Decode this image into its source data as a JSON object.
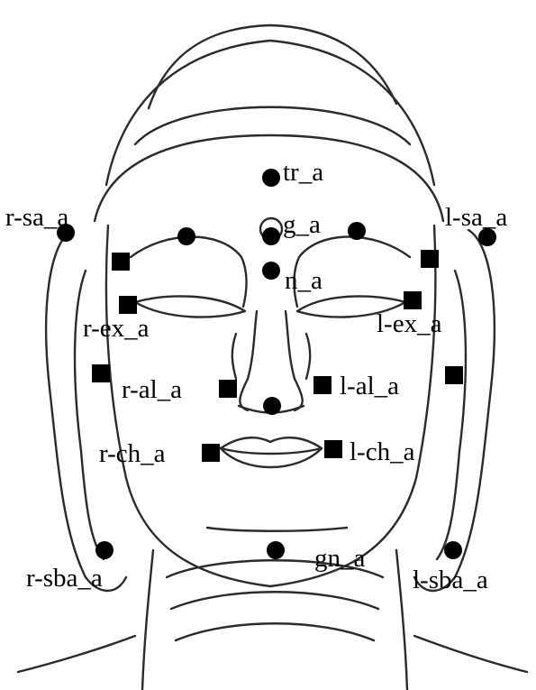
{
  "legend": {
    "circle_marker": "circle",
    "square_marker": "square"
  },
  "landmarks": [
    {
      "id": "tr",
      "label": "tr_a",
      "shape": "circle"
    },
    {
      "id": "g",
      "label": "g_a",
      "shape": "circle"
    },
    {
      "id": "n",
      "label": "n_a",
      "shape": "circle"
    },
    {
      "id": "r-sa",
      "label": "r-sa_a",
      "shape": "circle"
    },
    {
      "id": "l-sa",
      "label": "l-sa_a",
      "shape": "circle"
    },
    {
      "id": "r-ex",
      "label": "r-ex_a",
      "shape": "square"
    },
    {
      "id": "l-ex",
      "label": "l-ex_a",
      "shape": "square"
    },
    {
      "id": "r-al",
      "label": "r-al_a",
      "shape": "square"
    },
    {
      "id": "l-al",
      "label": "l-al_a",
      "shape": "square"
    },
    {
      "id": "r-ch",
      "label": "r-ch_a",
      "shape": "square"
    },
    {
      "id": "l-ch",
      "label": "l-ch_a",
      "shape": "square"
    },
    {
      "id": "gn",
      "label": "gn_a",
      "shape": "circle"
    },
    {
      "id": "r-sba",
      "label": "r-sba_a",
      "shape": "circle"
    },
    {
      "id": "l-sba",
      "label": "l-sba_a",
      "shape": "circle"
    }
  ],
  "colors": {
    "line": "#2b2b2b",
    "marker": "#000000",
    "background": "#ffffff"
  }
}
